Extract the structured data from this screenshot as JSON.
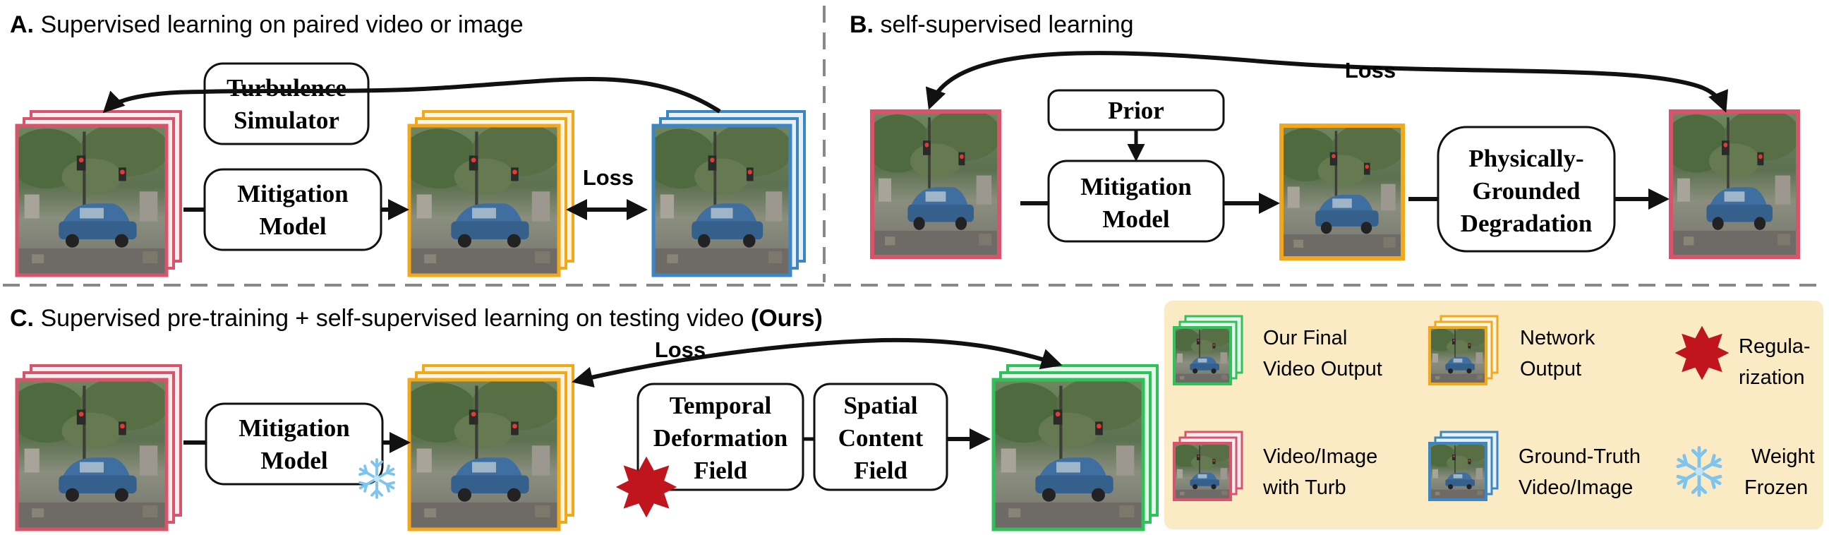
{
  "panels": {
    "a": {
      "letter": "A.",
      "title": "Supervised learning on paired video or image",
      "simulator_line1": "Turbulence",
      "simulator_line2": "Simulator",
      "model_line1": "Mitigation",
      "model_line2": "Model",
      "loss": "Loss"
    },
    "b": {
      "letter": "B.",
      "title": "self-supervised learning",
      "loss": "Loss",
      "prior": "Prior",
      "model_line1": "Mitigation",
      "model_line2": "Model",
      "degradation_line1": "Physically-",
      "degradation_line2": "Grounded",
      "degradation_line3": "Degradation"
    },
    "c": {
      "letter": "C.",
      "title": "Supervised pre-training + self-supervised learning on testing video",
      "title_ours": "(Ours)",
      "loss": "Loss",
      "model_line1": "Mitigation",
      "model_line2": "Model",
      "temporal_line1": "Temporal",
      "temporal_line2": "Deformation",
      "temporal_line3": "Field",
      "spatial_line1": "Spatial",
      "spatial_line2": "Content",
      "spatial_line3": "Field"
    }
  },
  "legend": {
    "final_line1": "Our Final",
    "final_line2": "Video Output",
    "network_line1": "Network",
    "network_line2": "Output",
    "reg_line1": "Regula-",
    "reg_line2": "rization",
    "turb_line1": "Video/Image",
    "turb_line2": "with Turb",
    "gt_line1": "Ground-Truth",
    "gt_line2": "Video/Image",
    "frozen_line1": "Weight",
    "frozen_line2": "Frozen"
  },
  "colors": {
    "turbulent_frame": "#d9536a",
    "network_output_frame": "#f3a81c",
    "ground_truth_frame": "#3d86c6",
    "final_output_frame": "#2fc15a",
    "regularization_star": "#c0151c",
    "snowflake": "#7ec4ee",
    "legend_background": "#fbebc4",
    "divider": "#888888"
  }
}
